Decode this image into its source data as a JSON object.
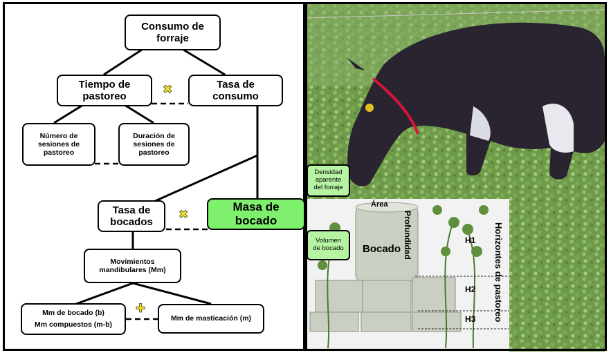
{
  "nodes": {
    "consumo_forraje": "Consumo de\nforraje",
    "tiempo_pastoreo": "Tiempo de\npastoreo",
    "tasa_consumo": "Tasa de\nconsumo",
    "numero_sesiones": "Número de\nsesiones de\npastoreo",
    "duracion_sesiones": "Duración de\nsesiones de\npastoreo",
    "tasa_bocados": "Tasa de\nbocados",
    "masa_bocado": "Masa de\nbocado",
    "movimientos": "Movimientos\nmandibulares (Mm)",
    "mm_bocado": "Mm de bocado (b)\nMm compuestos (m-b)",
    "mm_masticacion": "Mm de masticación (m)"
  },
  "operators": {
    "times": "✖",
    "plus": "✚"
  },
  "photo_labels": {
    "densidad": "Densidad\naparente\ndel forraje",
    "volumen": "Volumen\nde bocado",
    "area": "Área",
    "profundidad": "Profundidad",
    "bocado": "Bocado",
    "h1": "H1",
    "h2": "H2",
    "h3": "H3",
    "horizontes": "Horizontes de pastoreo"
  },
  "colors": {
    "green": "#7ef06e",
    "light_green": "#b6f3a3",
    "operator": "#f0e428"
  }
}
